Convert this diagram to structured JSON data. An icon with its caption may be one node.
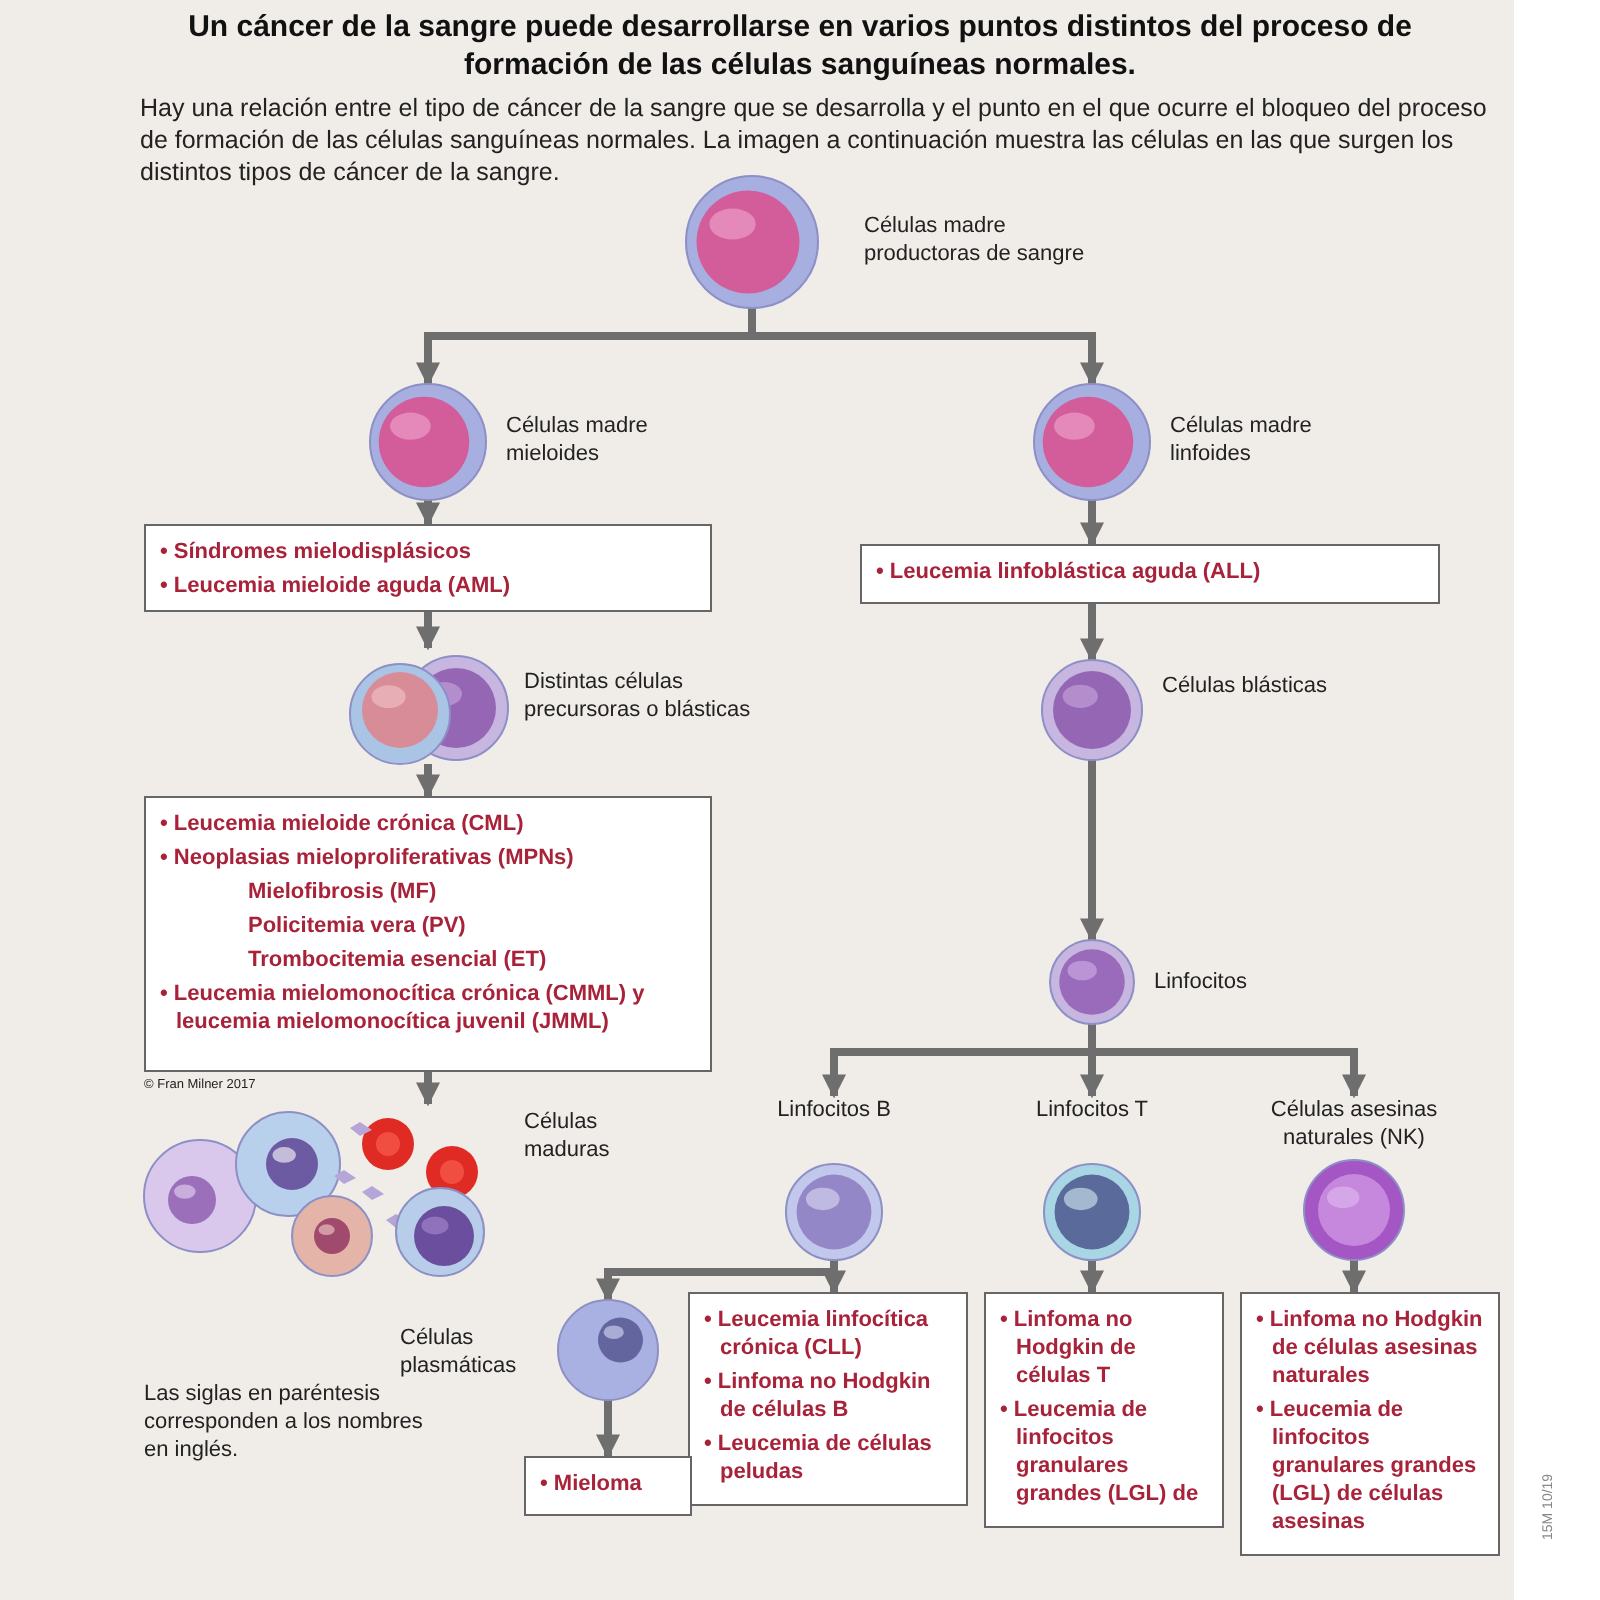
{
  "diagram": {
    "title": "Un cáncer de la sangre puede desarrollarse en varios puntos distintos del proceso de formación de las células sanguíneas normales.",
    "nodes": [
      {
        "text": [],
        "shape": "picture",
        "beside": [
          "Células madre productoras de sangre"
        ]
      },
      {
        "text": [],
        "shape": "picture",
        "beside": [
          "Células madre mieloides"
        ]
      },
      {
        "text": [],
        "shape": "picture",
        "beside": [
          "Células madre linfoides"
        ]
      },
      {
        "text": [
          "• Síndromes mielodisplásicos",
          "• Leucemia mieloide aguda (AML)"
        ]
      },
      {
        "text": [
          "• Leucemia linfoblástica aguda (ALL)"
        ]
      },
      {
        "text": [],
        "shape": "picture",
        "beside": [
          "Distintas células precursoras o blásticas"
        ]
      },
      {
        "text": [],
        "shape": "picture",
        "beside": [
          "Células blásticas"
        ]
      },
      {
        "text": [
          "• Leucemia mieloide crónica (CML)",
          "• Neoplasias mieloproliferativas (MPNs)",
          "Mielofibrosis (MF)",
          "Policitemia vera (PV)",
          "Trombocitemia esencial (ET)",
          "• Leucemia mielomonocítica crónica (CMML) y leucemia mielomonocítica juvenil (JMML)"
        ]
      },
      {
        "text": [],
        "shape": "picture",
        "beside": [
          "Células maduras"
        ]
      },
      {
        "text": [],
        "shape": "picture",
        "beside": [
          "Linfocitos"
        ]
      },
      {
        "text": [],
        "shape": "picture",
        "beside": [
          "Linfocitos B"
        ]
      },
      {
        "text": [],
        "shape": "picture",
        "beside": [
          "Linfocitos T"
        ]
      },
      {
        "text": [],
        "shape": "picture",
        "beside": [
          "Células asesinas naturales (NK)"
        ]
      },
      {
        "text": [],
        "shape": "picture",
        "beside": [
          "Células plasmáticas"
        ]
      },
      {
        "text": [
          "• Leucemia linfocítica crónica (CLL)",
          "• Linfoma no Hodgkin de células B",
          "• Leucemia de células peludas"
        ]
      },
      {
        "text": [
          "• Linfoma no Hodgkin de células T",
          "• Leucemia de linfocitos granulares grandes (LGL) de"
        ]
      },
      {
        "text": [
          "• Linfoma no Hodgkin de células asesinas naturales",
          "• Leucemia de linfocitos granulares grandes (LGL) de células asesinas"
        ]
      },
      {
        "text": [
          "• Mieloma"
        ]
      }
    ],
    "edges": [
      {
        "from": 0,
        "to": 1,
        "arrow": "to"
      },
      {
        "from": 0,
        "to": 2,
        "arrow": "to"
      },
      {
        "from": 1,
        "to": 3,
        "arrow": "to"
      },
      {
        "from": 3,
        "to": 5,
        "arrow": "to"
      },
      {
        "from": 5,
        "to": 7,
        "arrow": "to"
      },
      {
        "from": 7,
        "to": 8,
        "arrow": "to"
      },
      {
        "from": 2,
        "to": 4,
        "arrow": "to"
      },
      {
        "from": 4,
        "to": 6,
        "arrow": "to"
      },
      {
        "from": 6,
        "to": 9,
        "arrow": "to"
      },
      {
        "from": 9,
        "to": 10,
        "arrow": "to"
      },
      {
        "from": 9,
        "to": 11,
        "arrow": "to"
      },
      {
        "from": 9,
        "to": 12,
        "arrow": "to"
      },
      {
        "from": 10,
        "to": 13,
        "arrow": "to"
      },
      {
        "from": 10,
        "to": 14,
        "arrow": "to"
      },
      {
        "from": 11,
        "to": 15,
        "arrow": "to"
      },
      {
        "from": 12,
        "to": 16,
        "arrow": "to"
      },
      {
        "from": 13,
        "to": 17,
        "arrow": "to"
      }
    ],
    "labels": [
      "Hay una relación entre el tipo de cáncer de la sangre que se desarrolla y el punto en el que ocurre el bloqueo del proceso de formación de las células sanguíneas normales. La imagen a continuación muestra las células en las que surgen los distintos tipos de cáncer de la sangre.",
      "© Fran Milner 2017",
      "Las siglas en paréntesis corresponden a los nombres en inglés.",
      "15M 10/19"
    ]
  }
}
